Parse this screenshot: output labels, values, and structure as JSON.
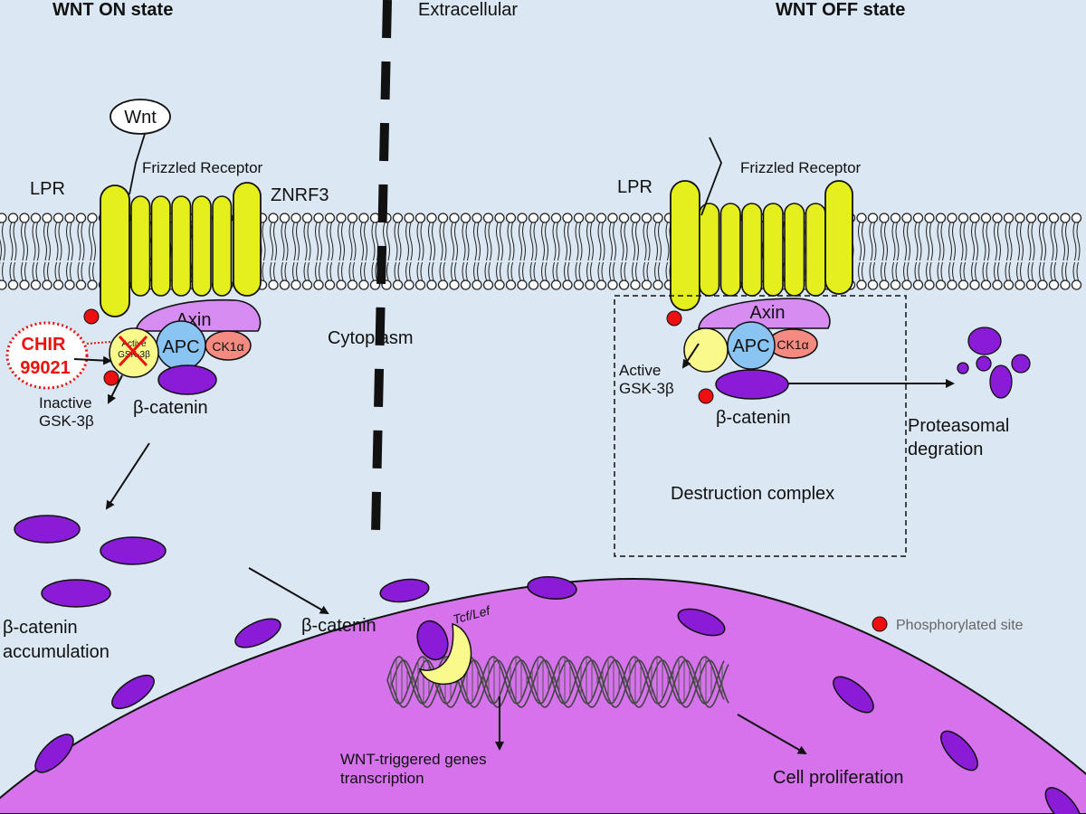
{
  "titles": {
    "wnt_on": "WNT ON state",
    "wnt_off": "WNT OFF state"
  },
  "regions": {
    "extracellular": "Extracellular",
    "cytoplasm": "Cytoplasm"
  },
  "on_state": {
    "wnt": "Wnt",
    "frizzled": "Frizzled Receptor",
    "lpr": "LPR",
    "znrf3": "ZNRF3",
    "axin": "Axin",
    "apc": "APC",
    "ck1a": "CK1α",
    "active_gsk_line1": "Active",
    "active_gsk_line2": "GSK-3β",
    "chir_line1": "CHIR",
    "chir_line2": "99021",
    "inactive_line1": "Inactive",
    "inactive_line2": "GSK-3β",
    "bcatenin": "β-catenin",
    "accum_line1": "β-catenin",
    "accum_line2": "accumulation"
  },
  "off_state": {
    "lpr": "LPR",
    "frizzled": "Frizzled Receptor",
    "axin": "Axin",
    "apc": "APC",
    "ck1a": "CK1α",
    "active_line1": "Active",
    "active_line2": "GSK-3β",
    "bcatenin": "β-catenin",
    "proteasomal_line1": "Proteasomal",
    "proteasomal_line2": "degration",
    "destruction_complex": "Destruction complex"
  },
  "nucleus": {
    "bcatenin": "β-catenin",
    "tcf_lef": "Tcf/Lef",
    "genes_line1": "WNT-triggered genes",
    "genes_line2": "transcription",
    "cell_proliferation": "Cell proliferation"
  },
  "legend": {
    "phosphorylated": "Phosphorylated site"
  },
  "colors": {
    "background": "#dbe7f2",
    "receptor": "#e4ef1c",
    "axin": "#d68cf0",
    "apc": "#89c4f2",
    "ck1a": "#f48a80",
    "gsk": "#fafa8c",
    "bcatenin": "#8a1cd8",
    "nucleus": "#d572ec",
    "phospho": "#ee1010",
    "chir": "#ee1010"
  }
}
